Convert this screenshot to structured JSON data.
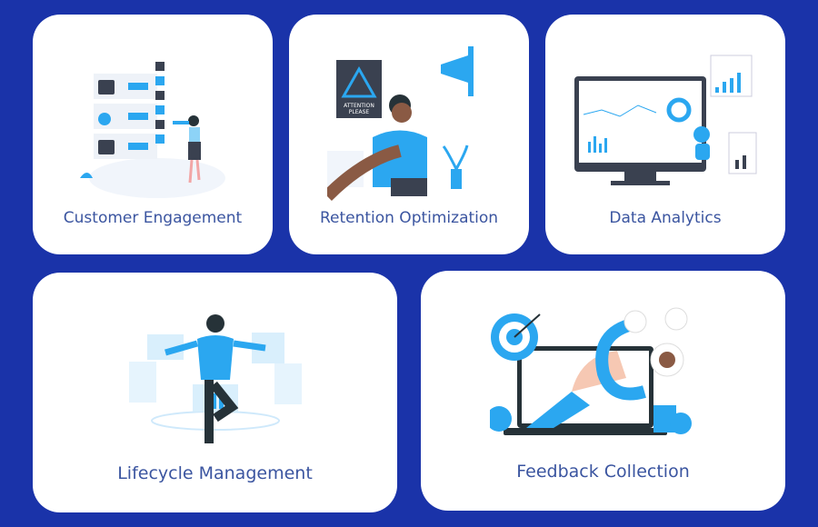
{
  "colors": {
    "background": "#1a33a9",
    "card": "#ffffff",
    "label": "#3b55a0",
    "accent": "#2ba7f0",
    "dark": "#3a4150"
  },
  "cards": [
    {
      "title": "Customer Engagement",
      "illustration": "recruitment-profiles-telescope"
    },
    {
      "title": "Retention Optimization",
      "illustration": "attention-please-megaphone",
      "sign_text": "ATTENTION PLEASE"
    },
    {
      "title": "Data Analytics",
      "illustration": "monitor-dashboard-robot"
    },
    {
      "title": "Lifecycle Management",
      "illustration": "man-floating-screens"
    },
    {
      "title": "Feedback Collection",
      "illustration": "magnet-laptop-target"
    }
  ]
}
